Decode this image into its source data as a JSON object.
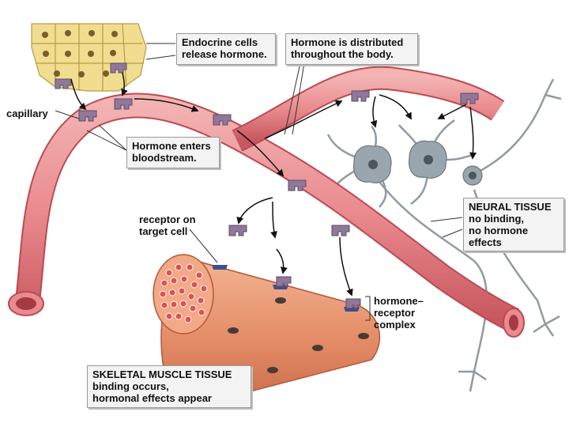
{
  "labels": {
    "endocrine": "Endocrine cells\nrelease hormone.",
    "distributed": "Hormone is distributed\nthroughout the body.",
    "capillary": "capillary",
    "enters": "Hormone enters\nbloodstream.",
    "receptor": "receptor on\ntarget cell",
    "neural": "NEURAL TISSUE\nno binding,\nno hormone\neffects",
    "complex": "hormone–\nreceptor\ncomplex",
    "muscle": "SKELETAL MUSCLE TISSUE\nbinding occurs,\nhormonal effects appear"
  },
  "colors": {
    "capillary": "#e98a8e",
    "capillary_dark": "#c8575f",
    "endocrine": "#f1dd8f",
    "hormone": "#8f7899",
    "neuron": "#8f9ba2",
    "muscle": "#e48c67",
    "receptor": "#3f4f88"
  }
}
